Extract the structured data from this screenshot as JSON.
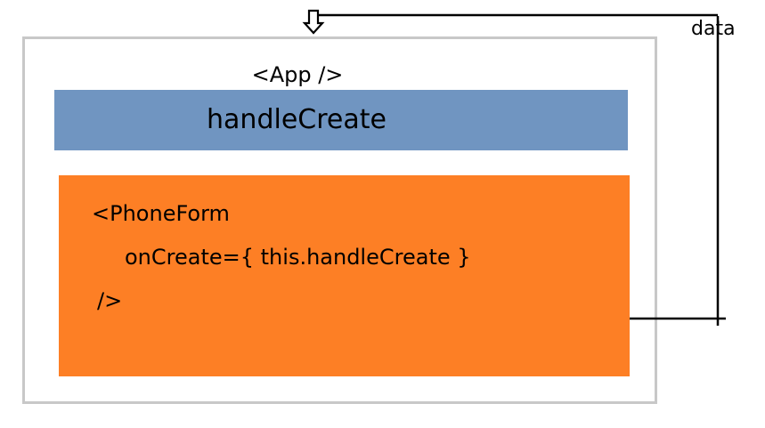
{
  "diagram": {
    "app_label": "<App />",
    "handler_label": "handleCreate",
    "phoneform_lines": [
      "<PhoneForm",
      "onCreate={ this.handleCreate }",
      "/>"
    ],
    "data_label": "data"
  },
  "colors": {
    "app_border": "#c8c8c8",
    "handler_fill": "#7095c1",
    "phoneform_fill": "#fd7f25",
    "line": "#000000"
  },
  "icons": {
    "arrow": "down-arrow-icon"
  }
}
